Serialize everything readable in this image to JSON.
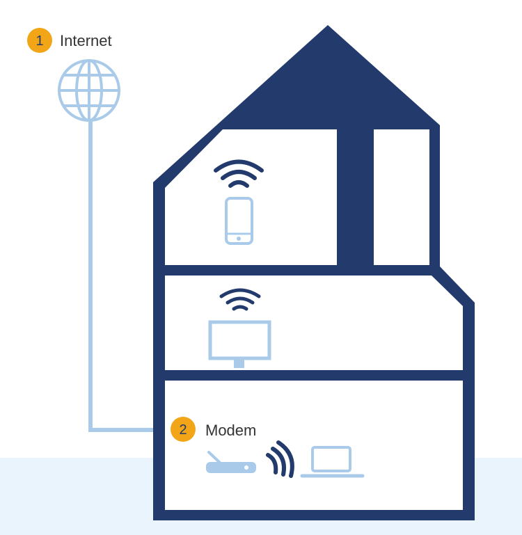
{
  "colors": {
    "house": "#233a6c",
    "light_device": "#a9cbe9",
    "badge": "#f2a516",
    "ground": "#eaf4fd",
    "text": "#333333"
  },
  "steps": [
    {
      "number": "1",
      "label": "Internet",
      "icon": "globe-icon"
    },
    {
      "number": "2",
      "label": "Modem",
      "icon": "router-icon"
    }
  ],
  "devices": [
    "wifi-icon",
    "smartphone-icon",
    "monitor-icon",
    "router-icon",
    "laptop-icon"
  ]
}
